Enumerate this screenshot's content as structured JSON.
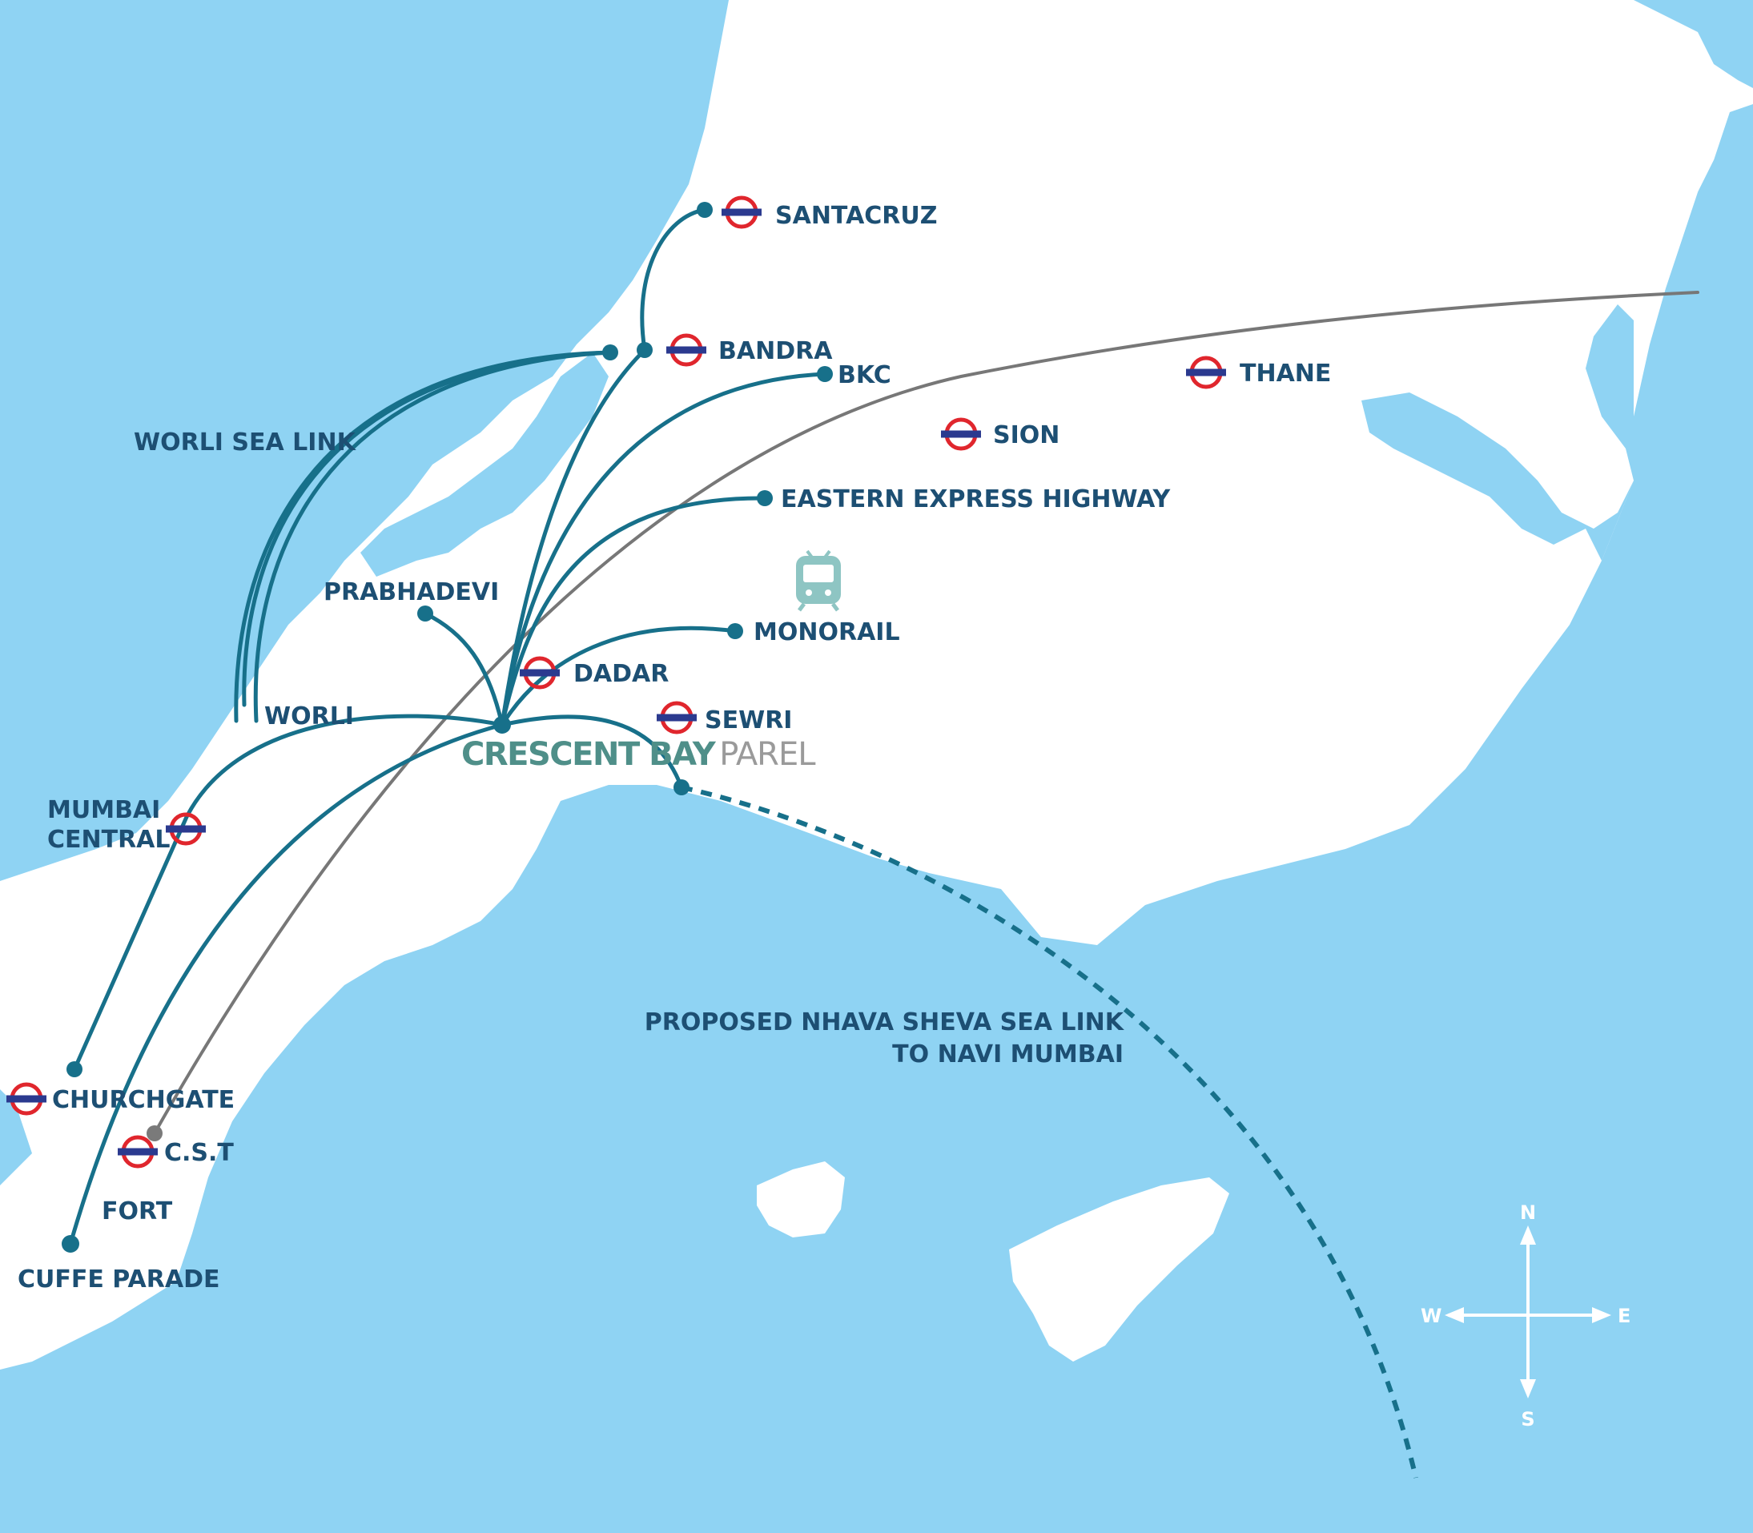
{
  "colors": {
    "sea": "#8fd3f3",
    "land": "#ffffff",
    "route": "#17708a",
    "rail_line": "#777777",
    "label_text": "#1d4f73",
    "station_ring": "#e0262d",
    "station_bar": "#2b3a8f",
    "brand_primary": "#4f8f89",
    "brand_secondary": "#9a9a9a",
    "monorail_icon": "#8ec5c3"
  },
  "brand": {
    "name": "CRESCENT BAY",
    "suffix": "PAREL"
  },
  "stations": {
    "santacruz": "SANTACRUZ",
    "bandra": "BANDRA",
    "thane": "THANE",
    "sion": "SION",
    "dadar": "DADAR",
    "sewri": "SEWRI",
    "mumbai_central": [
      "MUMBAI",
      "CENTRAL"
    ],
    "churchgate": "CHURCHGATE",
    "cst": "C.S.T"
  },
  "places": {
    "bkc": "BKC",
    "worli_sea_link": "WORLI SEA LINK",
    "eastern_express_highway": "EASTERN EXPRESS HIGHWAY",
    "prabhadevi": "PRABHADEVI",
    "monorail": "MONORAIL",
    "worli": "WORLI",
    "fort": "FORT",
    "cuffe_parade": "CUFFE PARADE",
    "proposed_link": [
      "PROPOSED NHAVA SHEVA SEA LINK",
      "TO NAVI MUMBAI"
    ]
  },
  "icons": {
    "station": "underground-roundel-icon",
    "monorail": "monorail-train-icon",
    "compass": "compass-rose-icon"
  },
  "compass": {
    "n": "N",
    "s": "S",
    "e": "E",
    "w": "W"
  }
}
